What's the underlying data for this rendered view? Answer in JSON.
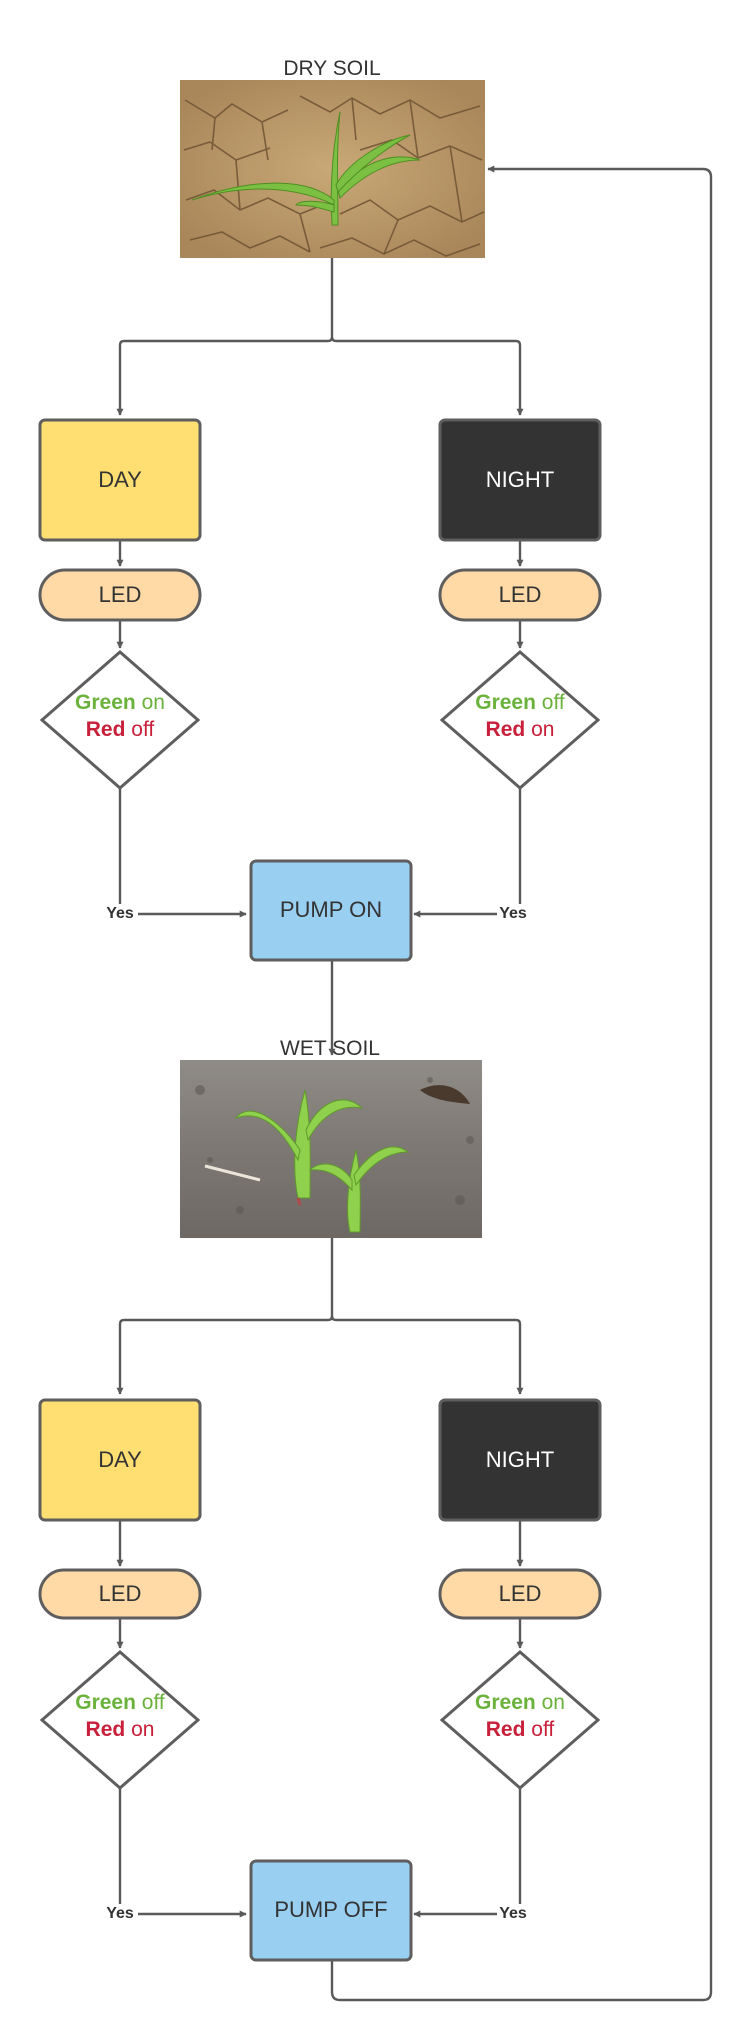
{
  "top_section": {
    "soil_title": "DRY SOIL",
    "day_label": "DAY",
    "night_label": "NIGHT",
    "led_left": "LED",
    "led_right": "LED",
    "day_diamond": {
      "green_word": "Green",
      "green_state": "on",
      "red_word": "Red",
      "red_state": "off"
    },
    "night_diamond": {
      "green_word": "Green",
      "green_state": "off",
      "red_word": "Red",
      "red_state": "on"
    },
    "yes_left": "Yes",
    "yes_right": "Yes",
    "pump_label": "PUMP ON"
  },
  "bottom_section": {
    "soil_title": "WET SOIL",
    "day_label": "DAY",
    "night_label": "NIGHT",
    "led_left": "LED",
    "led_right": "LED",
    "day_diamond": {
      "green_word": "Green",
      "green_state": "off",
      "red_word": "Red",
      "red_state": "on"
    },
    "night_diamond": {
      "green_word": "Green",
      "green_state": "on",
      "red_word": "Red",
      "red_state": "off"
    },
    "yes_left": "Yes",
    "yes_right": "Yes",
    "pump_label": "PUMP OFF"
  },
  "colors": {
    "day": "#ffdf71",
    "night": "#333333",
    "led": "#ffd9a6",
    "pump": "#99d0f2",
    "green_text": "#6bb23c",
    "red_text": "#c8203a",
    "connector": "#595959"
  }
}
